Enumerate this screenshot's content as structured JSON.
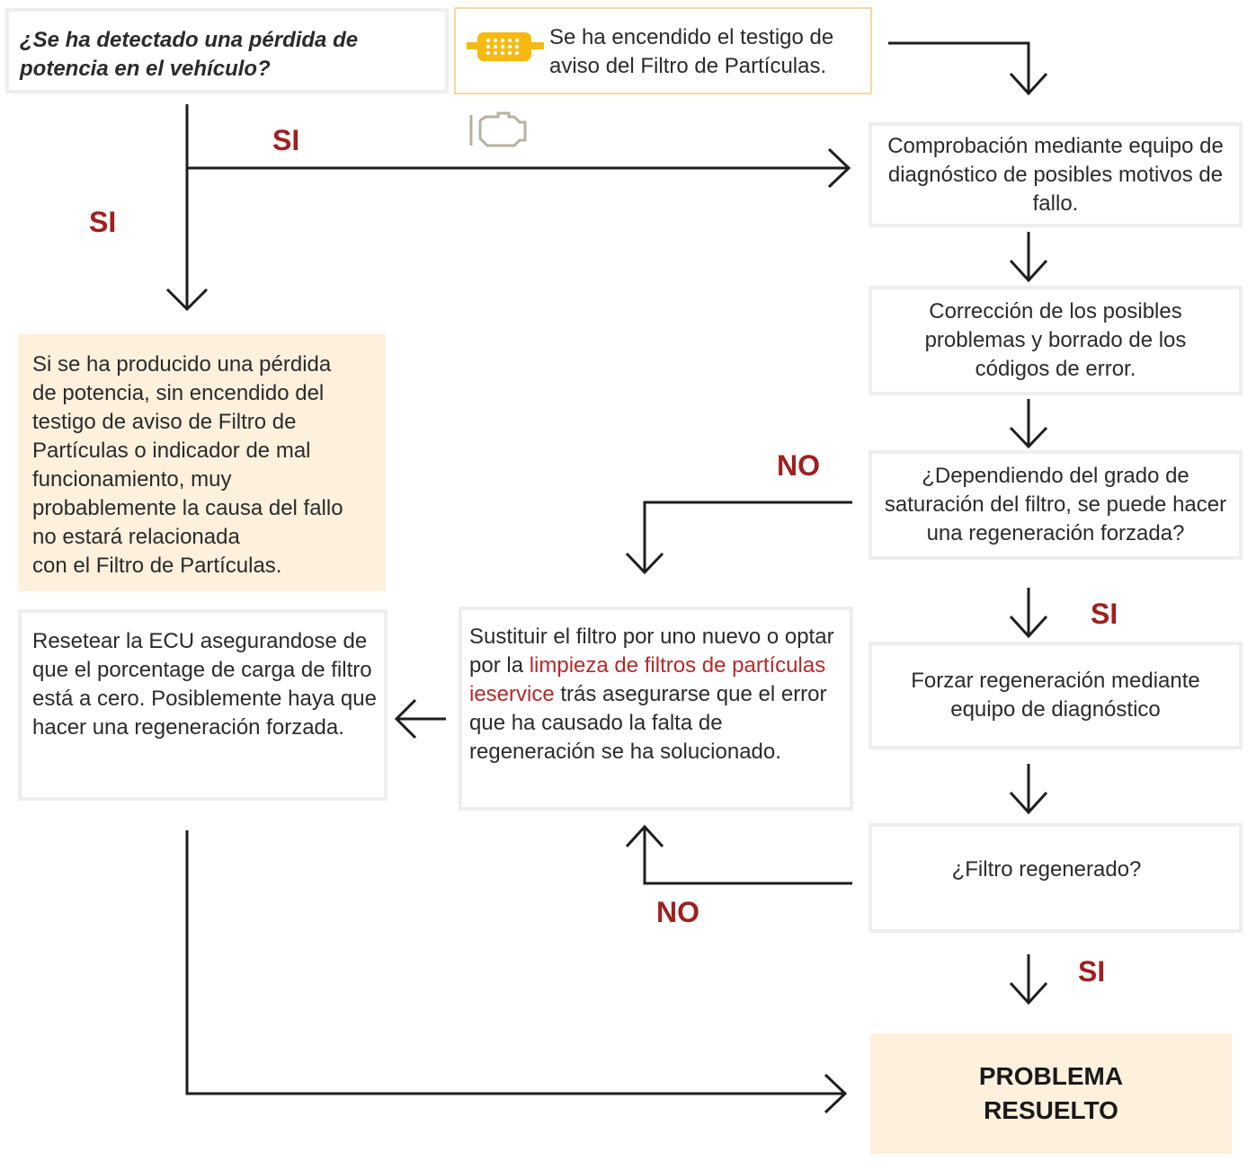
{
  "question": "¿Se ha detectado una pérdida de potencia en el vehículo?",
  "dpf_warning": "Se ha encendido el testigo de aviso del Filtro de Partículas.",
  "step_diagnostics": "Comprobación mediante equipo de diagnóstico de posibles motivos de fallo.",
  "step_correction": "Corrección de los posibles problemas y borrado de los códigos de error.",
  "step_question_regen": "¿Dependiendo del grado de saturación del filtro, se puede hacer una regeneración forzada?",
  "step_force_regen": "Forzar regeneración mediante equipo de diagnóstico",
  "step_filter_question": "¿Filtro regenerado?",
  "result": {
    "line1": "PROBLEMA",
    "line2": "RESUELTO"
  },
  "note": {
    "lines": [
      "Si se ha producido una pérdida",
      "de potencia, sin encendido del",
      "testigo de aviso de Filtro de",
      "Partículas o indicador de mal",
      "funcionamiento, muy",
      "probablemente la causa del fallo",
      "no estará relacionada",
      "con el Filtro de Partículas."
    ]
  },
  "reset_ecu": "Resetear la ECU asegurandose de que el porcentage de carga de filtro está a cero. Posiblemente haya que hacer una regeneración forzada.",
  "replace_filter": {
    "before": "Sustituir el filtro por uno nuevo o optar por la ",
    "link": "limpieza de filtros de partículas ieservice",
    "after": " trás asegurarse que el error que ha causado la falta de regeneración se ha solucionado."
  },
  "labels": {
    "si_top": "SI",
    "si_left": "SI",
    "no_mid": "NO",
    "si_regen": "SI",
    "no_bottom": "NO",
    "si_final": "SI"
  },
  "colors": {
    "label_red": "#a01f1f",
    "cream": "#fdf0dc",
    "icon_yellow": "#f6b90f",
    "line": "#1e1e1e"
  },
  "icons": [
    "particulate-filter-icon",
    "engine-check-icon"
  ]
}
